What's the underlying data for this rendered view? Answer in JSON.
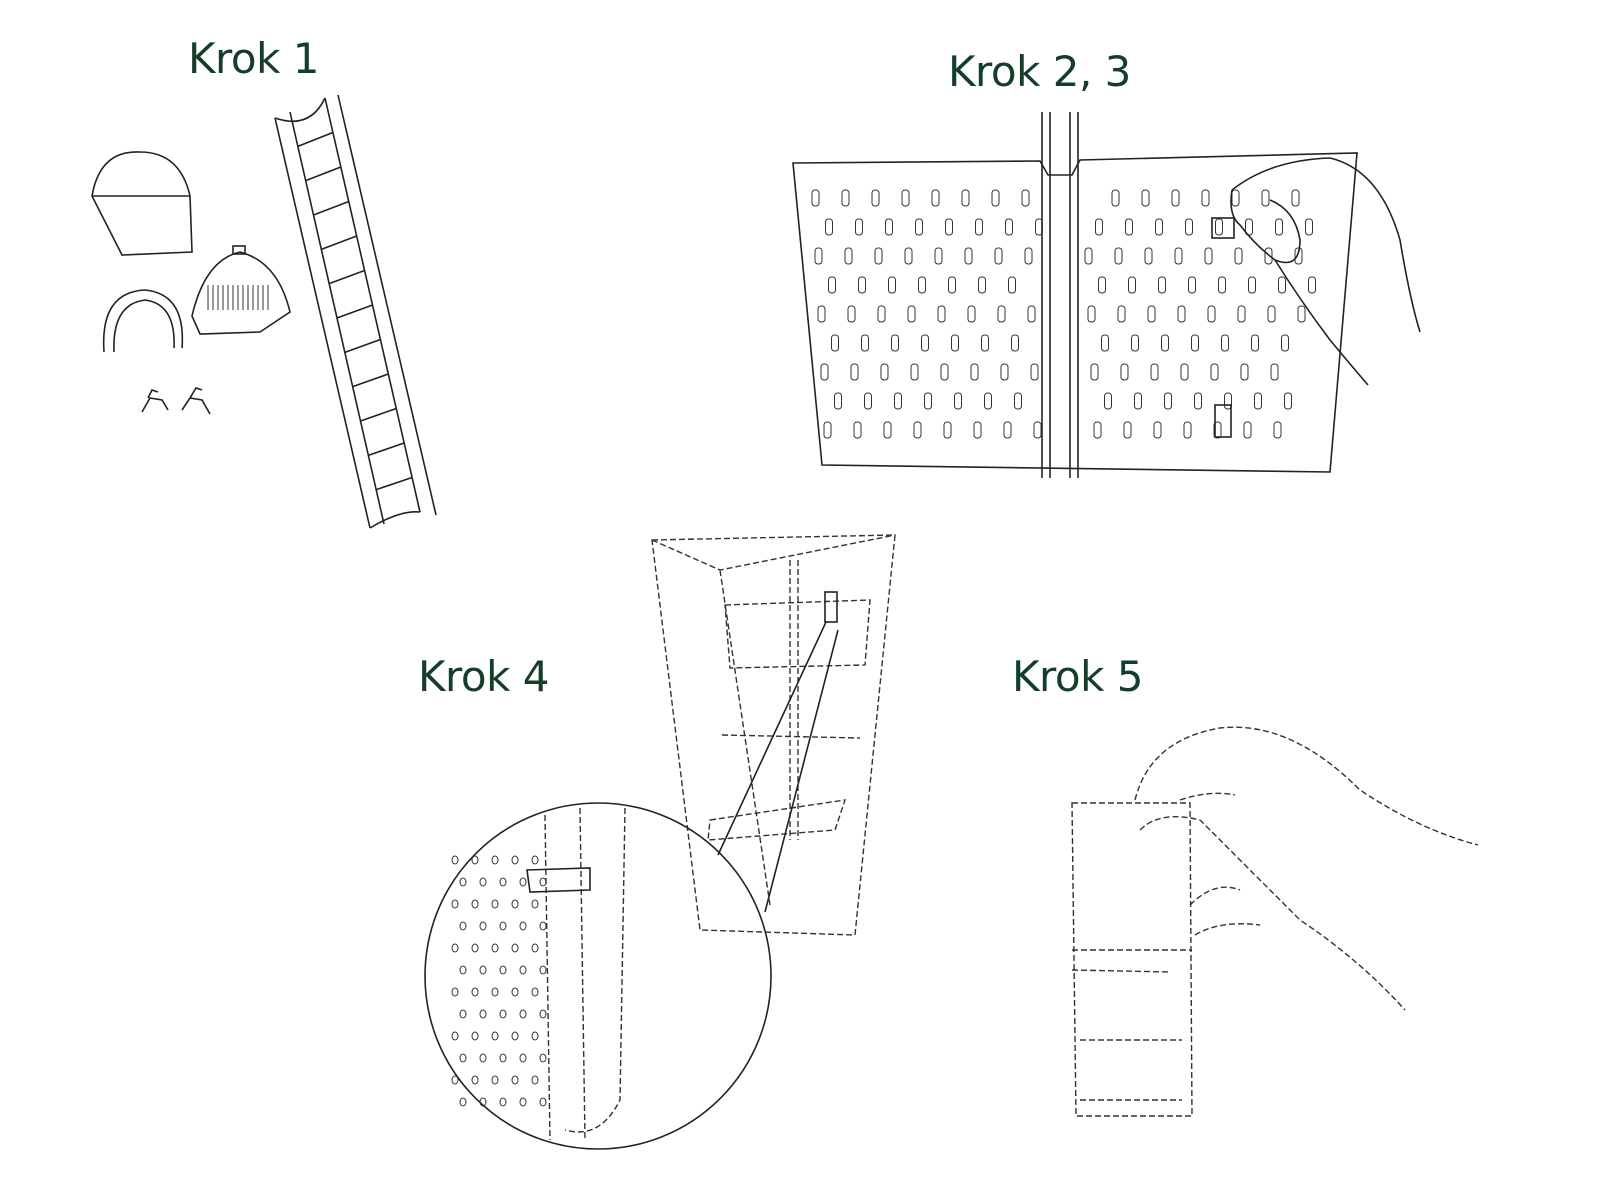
{
  "steps": [
    {
      "label": "Krok 1"
    },
    {
      "label": "Krok 2, 3"
    },
    {
      "label": "Krok 4"
    },
    {
      "label": "Krok 5"
    }
  ],
  "colors": {
    "label": "#143d2a",
    "line": "#222222"
  }
}
